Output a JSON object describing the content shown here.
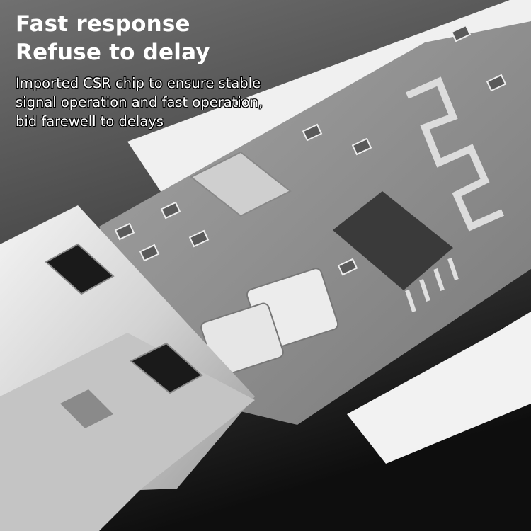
{
  "headline": {
    "line1": "Fast response",
    "line2": "Refuse to delay"
  },
  "description": {
    "line1": "Imported CSR chip to ensure stable",
    "line2": "signal operation and fast operation,",
    "line3": "bid farewell to delays"
  },
  "image": {
    "subject": "USB bluetooth dongle with exposed circuit board",
    "colors": {
      "background_top": "#6a6a6a",
      "background_bottom": "#111111",
      "pcb": "#8c8c8c",
      "metal": "#d8d8d8",
      "casing": "#f2f2f2",
      "chip": "#3a3a3a"
    }
  }
}
